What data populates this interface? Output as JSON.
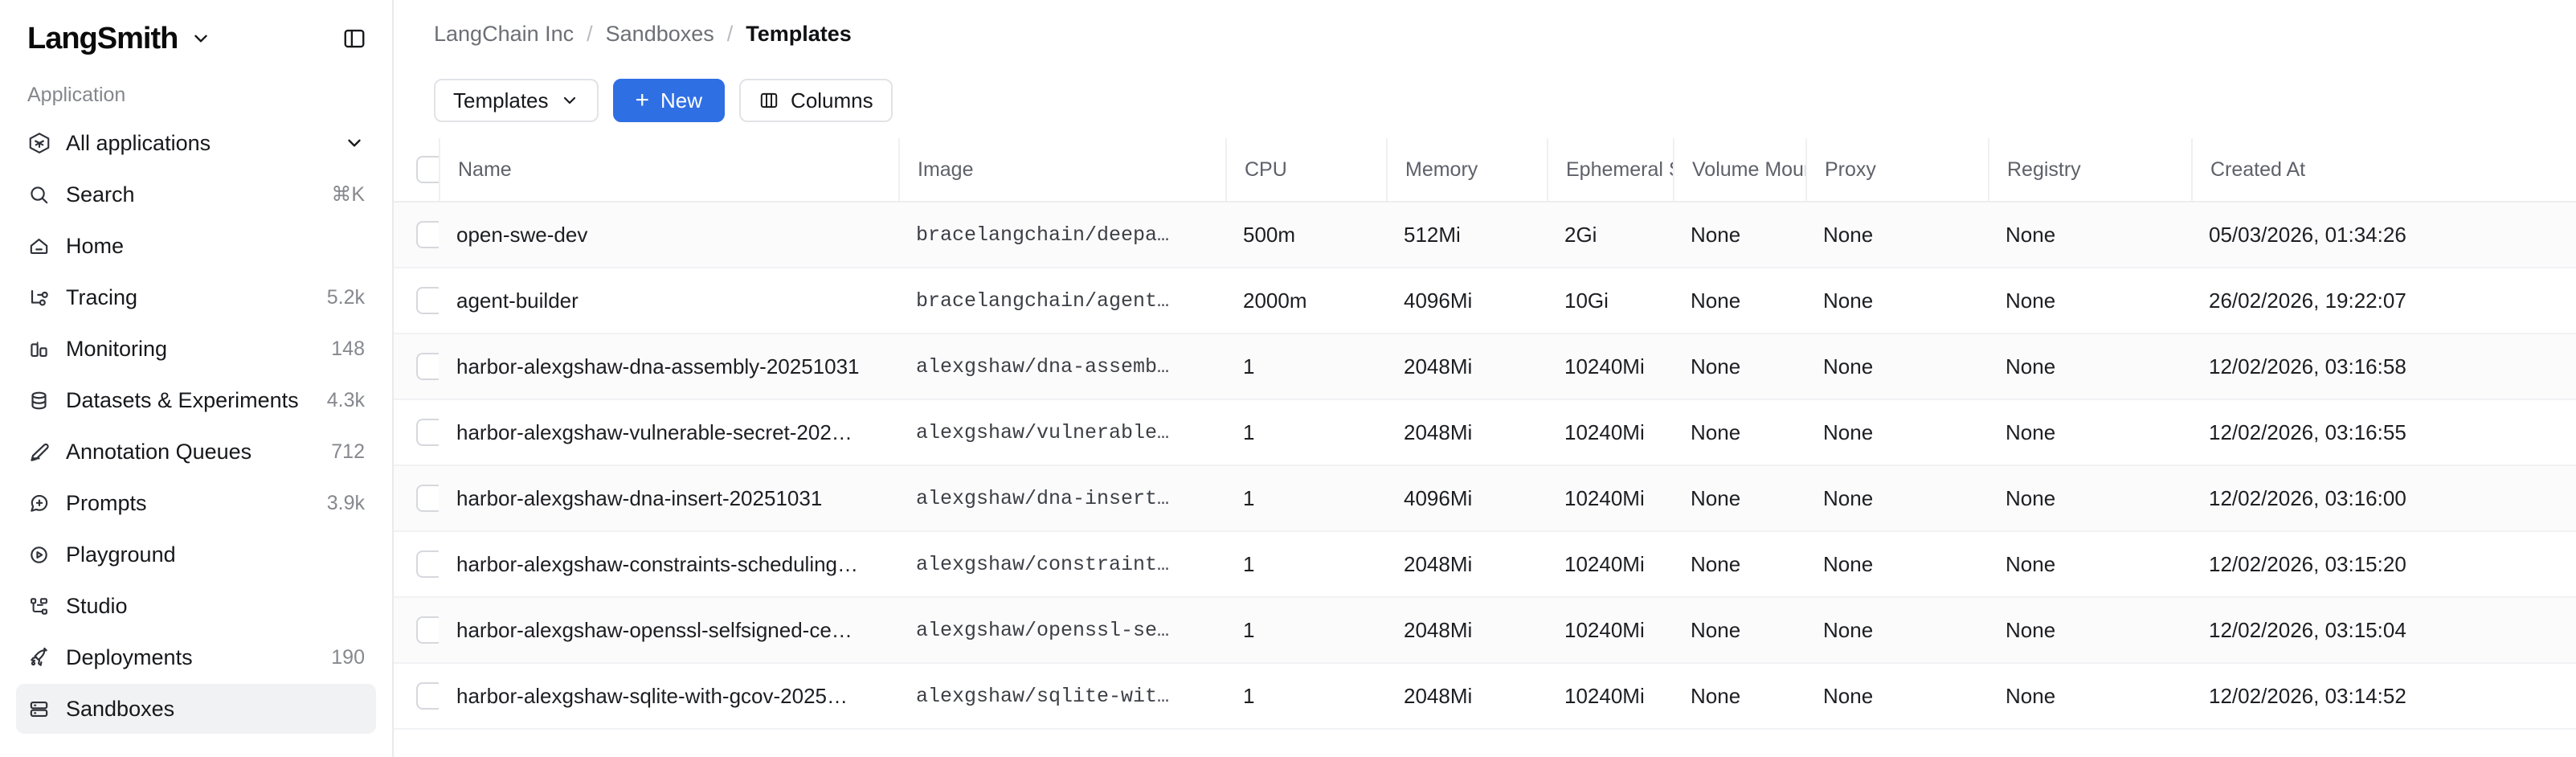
{
  "sidebar": {
    "brand": "LangSmith",
    "section_label": "Application",
    "items": [
      {
        "label": "All applications",
        "icon": "cube-icon",
        "meta": "",
        "caret": true,
        "active": false
      },
      {
        "label": "Search",
        "icon": "search-icon",
        "meta": "⌘K",
        "caret": false,
        "active": false
      },
      {
        "label": "Home",
        "icon": "home-icon",
        "meta": "",
        "caret": false,
        "active": false
      },
      {
        "label": "Tracing",
        "icon": "tracing-icon",
        "meta": "5.2k",
        "caret": false,
        "active": false
      },
      {
        "label": "Monitoring",
        "icon": "bar-chart-icon",
        "meta": "148",
        "caret": false,
        "active": false
      },
      {
        "label": "Datasets & Experiments",
        "icon": "database-icon",
        "meta": "4.3k",
        "caret": false,
        "active": false
      },
      {
        "label": "Annotation Queues",
        "icon": "pencil-icon",
        "meta": "712",
        "caret": false,
        "active": false
      },
      {
        "label": "Prompts",
        "icon": "message-plus-icon",
        "meta": "3.9k",
        "caret": false,
        "active": false
      },
      {
        "label": "Playground",
        "icon": "play-circle-icon",
        "meta": "",
        "caret": false,
        "active": false
      },
      {
        "label": "Studio",
        "icon": "studio-nodes-icon",
        "meta": "",
        "caret": false,
        "active": false
      },
      {
        "label": "Deployments",
        "icon": "rocket-icon",
        "meta": "190",
        "caret": false,
        "active": false
      },
      {
        "label": "Sandboxes",
        "icon": "server-icon",
        "meta": "",
        "caret": false,
        "active": true
      }
    ]
  },
  "breadcrumb": {
    "items": [
      "LangChain Inc",
      "Sandboxes",
      "Templates"
    ],
    "separator": "/"
  },
  "toolbar": {
    "scope_label": "Templates",
    "new_label": "New",
    "new_plus": "+",
    "columns_label": "Columns"
  },
  "table": {
    "columns": [
      "Name",
      "Image",
      "CPU",
      "Memory",
      "Ephemeral Storage",
      "Volume Mounts",
      "Proxy",
      "Registry",
      "Created At"
    ],
    "rows": [
      {
        "name": "open-swe-dev",
        "image": "bracelangchain/deepa…",
        "cpu": "500m",
        "memory": "512Mi",
        "ephemeral_storage": "2Gi",
        "volume_mounts": "None",
        "proxy": "None",
        "registry": "None",
        "created_at": "05/03/2026, 01:34:26"
      },
      {
        "name": "agent-builder",
        "image": "bracelangchain/agent…",
        "cpu": "2000m",
        "memory": "4096Mi",
        "ephemeral_storage": "10Gi",
        "volume_mounts": "None",
        "proxy": "None",
        "registry": "None",
        "created_at": "26/02/2026, 19:22:07"
      },
      {
        "name": "harbor-alexgshaw-dna-assembly-20251031",
        "image": "alexgshaw/dna-assemb…",
        "cpu": "1",
        "memory": "2048Mi",
        "ephemeral_storage": "10240Mi",
        "volume_mounts": "None",
        "proxy": "None",
        "registry": "None",
        "created_at": "12/02/2026, 03:16:58"
      },
      {
        "name": "harbor-alexgshaw-vulnerable-secret-202…",
        "image": "alexgshaw/vulnerable…",
        "cpu": "1",
        "memory": "2048Mi",
        "ephemeral_storage": "10240Mi",
        "volume_mounts": "None",
        "proxy": "None",
        "registry": "None",
        "created_at": "12/02/2026, 03:16:55"
      },
      {
        "name": "harbor-alexgshaw-dna-insert-20251031",
        "image": "alexgshaw/dna-insert…",
        "cpu": "1",
        "memory": "4096Mi",
        "ephemeral_storage": "10240Mi",
        "volume_mounts": "None",
        "proxy": "None",
        "registry": "None",
        "created_at": "12/02/2026, 03:16:00"
      },
      {
        "name": "harbor-alexgshaw-constraints-scheduling…",
        "image": "alexgshaw/constraint…",
        "cpu": "1",
        "memory": "2048Mi",
        "ephemeral_storage": "10240Mi",
        "volume_mounts": "None",
        "proxy": "None",
        "registry": "None",
        "created_at": "12/02/2026, 03:15:20"
      },
      {
        "name": "harbor-alexgshaw-openssl-selfsigned-ce…",
        "image": "alexgshaw/openssl-se…",
        "cpu": "1",
        "memory": "2048Mi",
        "ephemeral_storage": "10240Mi",
        "volume_mounts": "None",
        "proxy": "None",
        "registry": "None",
        "created_at": "12/02/2026, 03:15:04"
      },
      {
        "name": "harbor-alexgshaw-sqlite-with-gcov-2025…",
        "image": "alexgshaw/sqlite-wit…",
        "cpu": "1",
        "memory": "2048Mi",
        "ephemeral_storage": "10240Mi",
        "volume_mounts": "None",
        "proxy": "None",
        "registry": "None",
        "created_at": "12/02/2026, 03:14:52"
      }
    ]
  },
  "colors": {
    "accent": "#2f6fe4",
    "active_row": "#f1f2f4",
    "text": "#17181b",
    "muted": "#6d6f76"
  }
}
